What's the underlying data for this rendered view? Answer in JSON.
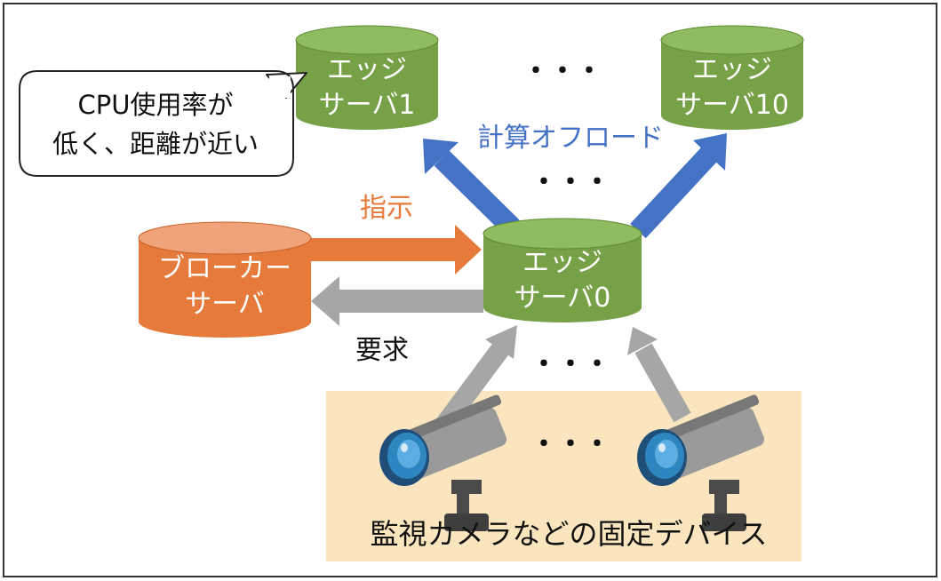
{
  "servers": {
    "edge1": {
      "line1": "エッジ",
      "line2": "サーバ1"
    },
    "edge10": {
      "line1": "エッジ",
      "line2": "サーバ10"
    },
    "edge0": {
      "line1": "エッジ",
      "line2": "サーバ0"
    },
    "broker": {
      "line1": "ブローカー",
      "line2": "サーバ"
    }
  },
  "ellipsis": "・・・",
  "callout": {
    "line1": "CPU使用率が",
    "line2": "低く、距離が近い"
  },
  "labels": {
    "offload": "計算オフロード",
    "instruct": "指示",
    "request": "要求",
    "devices": "監視カメラなどの固定デバイス"
  },
  "colors": {
    "edge_green": "#77a147",
    "edge_top": "#8fbc5e",
    "broker_orange": "#e67a3b",
    "broker_top": "#f0a27a",
    "offload_blue": "#4472c4",
    "arrow_gray": "#a6a6a6",
    "device_area": "#fbe5bf"
  }
}
